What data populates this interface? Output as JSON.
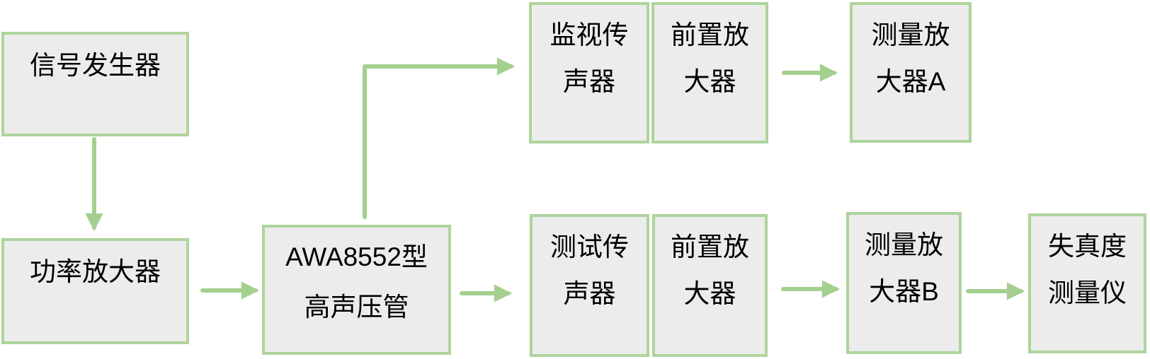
{
  "diagram": {
    "type": "flowchart",
    "background": "#ffffff",
    "colors": {
      "box_fill": "#ececec",
      "box_border": "#aed49b",
      "arrow": "#a5cf8f",
      "text": "#000000"
    },
    "nodes": {
      "signal_generator": {
        "label": "信号发生器",
        "line1": "信号发生器"
      },
      "power_amplifier": {
        "label": "功率放大器",
        "line1": "功率放大器"
      },
      "awa8552_tube": {
        "label": "AWA8552型高声压管",
        "line1": "AWA8552型",
        "line2": "高声压管"
      },
      "monitor_microphone": {
        "label": "监视传声器",
        "line1": "监视传",
        "line2": "声器"
      },
      "preamplifier_top": {
        "label": "前置放大器",
        "line1": "前置放",
        "line2": "大器"
      },
      "measuring_amplifier_a": {
        "label": "测量放大器A",
        "line1": "测量放",
        "line2": "大器A"
      },
      "test_microphone": {
        "label": "测试传声器",
        "line1": "测试传",
        "line2": "声器"
      },
      "preamplifier_bottom": {
        "label": "前置放大器",
        "line1": "前置放",
        "line2": "大器"
      },
      "measuring_amplifier_b": {
        "label": "测量放大器B",
        "line1": "测量放",
        "line2": "大器B"
      },
      "distortion_meter": {
        "label": "失真度测量仪",
        "line1": "失真度",
        "line2": "测量仪"
      }
    },
    "edges": [
      {
        "from": "signal_generator",
        "to": "power_amplifier"
      },
      {
        "from": "power_amplifier",
        "to": "awa8552_tube"
      },
      {
        "from": "awa8552_tube",
        "to": "monitor_microphone"
      },
      {
        "from": "preamplifier_top",
        "to": "measuring_amplifier_a"
      },
      {
        "from": "awa8552_tube",
        "to": "test_microphone"
      },
      {
        "from": "preamplifier_bottom",
        "to": "measuring_amplifier_b"
      },
      {
        "from": "measuring_amplifier_b",
        "to": "distortion_meter"
      }
    ]
  }
}
